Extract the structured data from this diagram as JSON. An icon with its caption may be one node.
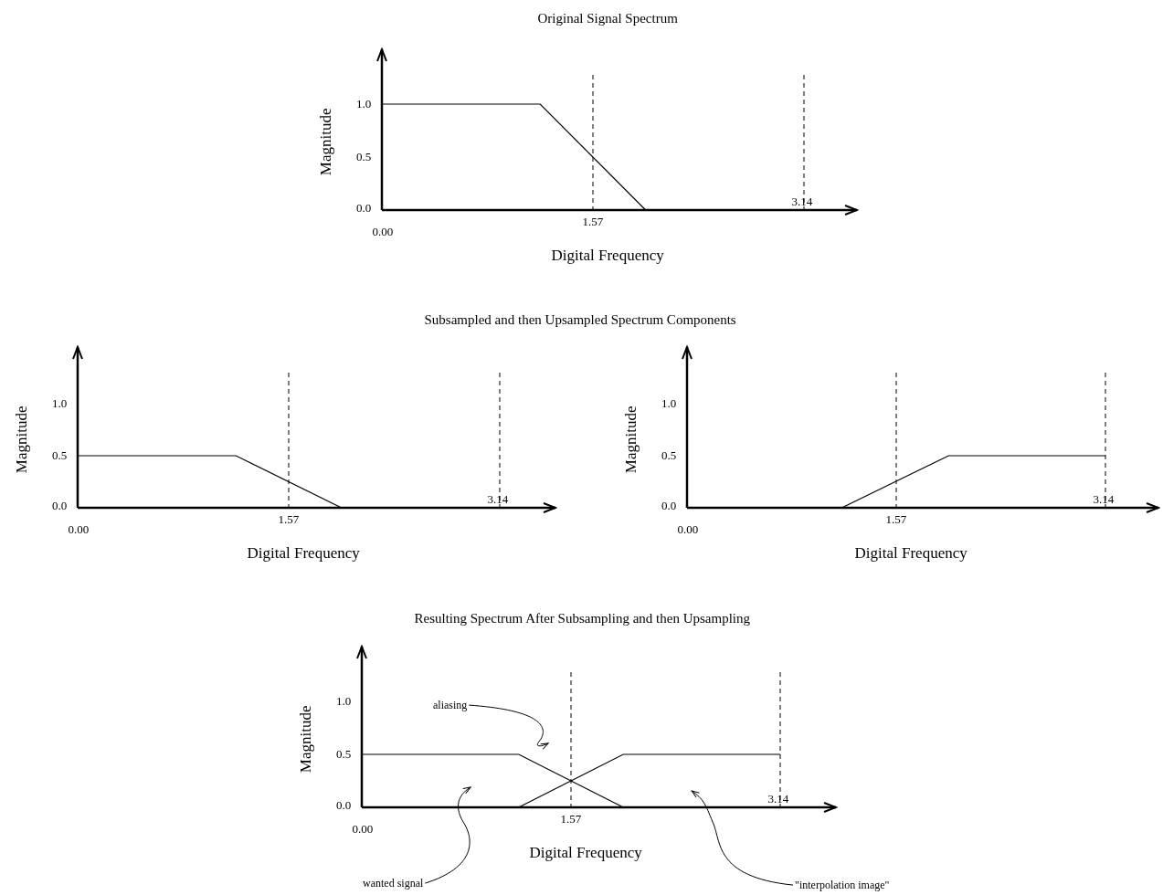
{
  "diagram": {
    "nodes": [
      {
        "text": [
          "aliasing"
        ]
      },
      {
        "text": [
          "wanted signal"
        ]
      },
      {
        "text": [
          "\"interpolation image\""
        ]
      },
      {
        "text": [],
        "shape": "line"
      },
      {
        "text": [],
        "shape": "line"
      }
    ],
    "edges": [
      {
        "from": 0,
        "to": 3,
        "arrow": "to"
      },
      {
        "from": 1,
        "to": 3,
        "arrow": "to"
      },
      {
        "from": 2,
        "to": 4,
        "arrow": "to"
      }
    ],
    "labels": [
      "Original Signal Spectrum",
      "1.0",
      "Magnitude",
      "0.5",
      "0.0",
      "0.00",
      "1.57",
      "3.14",
      "Digital Frequency",
      "Subsampled and then Upsampled Spectrum Components",
      "1.0",
      "Magnitude",
      "0.5",
      "0.0",
      "0.00",
      "1.57",
      "3.14",
      "Digital Frequency",
      "1.0",
      "Magnitude",
      "0.5",
      "0.0",
      "0.00",
      "1.57",
      "3.14",
      "Digital Frequency",
      "Resulting Spectrum After Subsampling and then Upsampling",
      "1.0",
      "Magnitude",
      "0.5",
      "0.0",
      "0.00",
      "1.57",
      "3.14",
      "Digital Frequency"
    ]
  }
}
